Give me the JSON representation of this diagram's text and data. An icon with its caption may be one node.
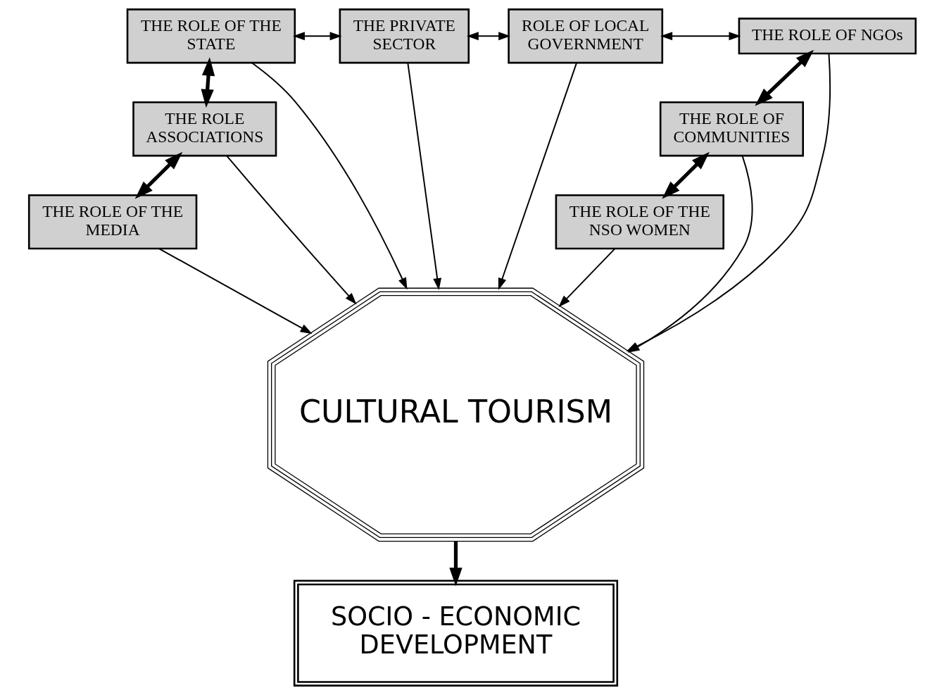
{
  "diagram": {
    "nodes": [
      {
        "text": [
          "THE ROLE OF THE STATE"
        ]
      },
      {
        "text": [
          "THE PRIVATE SECTOR"
        ]
      },
      {
        "text": [
          "ROLE OF LOCAL GOVERNMENT"
        ]
      },
      {
        "text": [
          "THE ROLE OF NGOs"
        ]
      },
      {
        "text": [
          "THE ROLE ASSOCIATIONS"
        ]
      },
      {
        "text": [
          "THE ROLE OF COMMUNITIES"
        ]
      },
      {
        "text": [
          "THE ROLE OF THE MEDIA"
        ]
      },
      {
        "text": [
          "THE ROLE OF THE NSO WOMEN"
        ]
      },
      {
        "text": [
          "CULTURAL TOURISM"
        ]
      },
      {
        "text": [
          "SOCIO - ECONOMIC DEVELOPMENT"
        ]
      }
    ],
    "edges": [
      {
        "from": 0,
        "to": 1,
        "arrow": "both"
      },
      {
        "from": 1,
        "to": 2,
        "arrow": "both"
      },
      {
        "from": 2,
        "to": 3,
        "arrow": "both"
      },
      {
        "from": 0,
        "to": 4,
        "arrow": "both",
        "style": "thick"
      },
      {
        "from": 4,
        "to": 6,
        "arrow": "both",
        "style": "thick"
      },
      {
        "from": 3,
        "to": 5,
        "arrow": "both",
        "style": "thick"
      },
      {
        "from": 5,
        "to": 7,
        "arrow": "both",
        "style": "thick"
      },
      {
        "from": 0,
        "to": 8,
        "arrow": "to"
      },
      {
        "from": 1,
        "to": 8,
        "arrow": "to"
      },
      {
        "from": 2,
        "to": 8,
        "arrow": "to"
      },
      {
        "from": 3,
        "to": 8,
        "arrow": "to"
      },
      {
        "from": 4,
        "to": 8,
        "arrow": "to"
      },
      {
        "from": 5,
        "to": 8,
        "arrow": "to"
      },
      {
        "from": 6,
        "to": 8,
        "arrow": "to"
      },
      {
        "from": 7,
        "to": 8,
        "arrow": "to"
      },
      {
        "from": 8,
        "to": 9,
        "arrow": "to",
        "style": "thick"
      }
    ]
  }
}
